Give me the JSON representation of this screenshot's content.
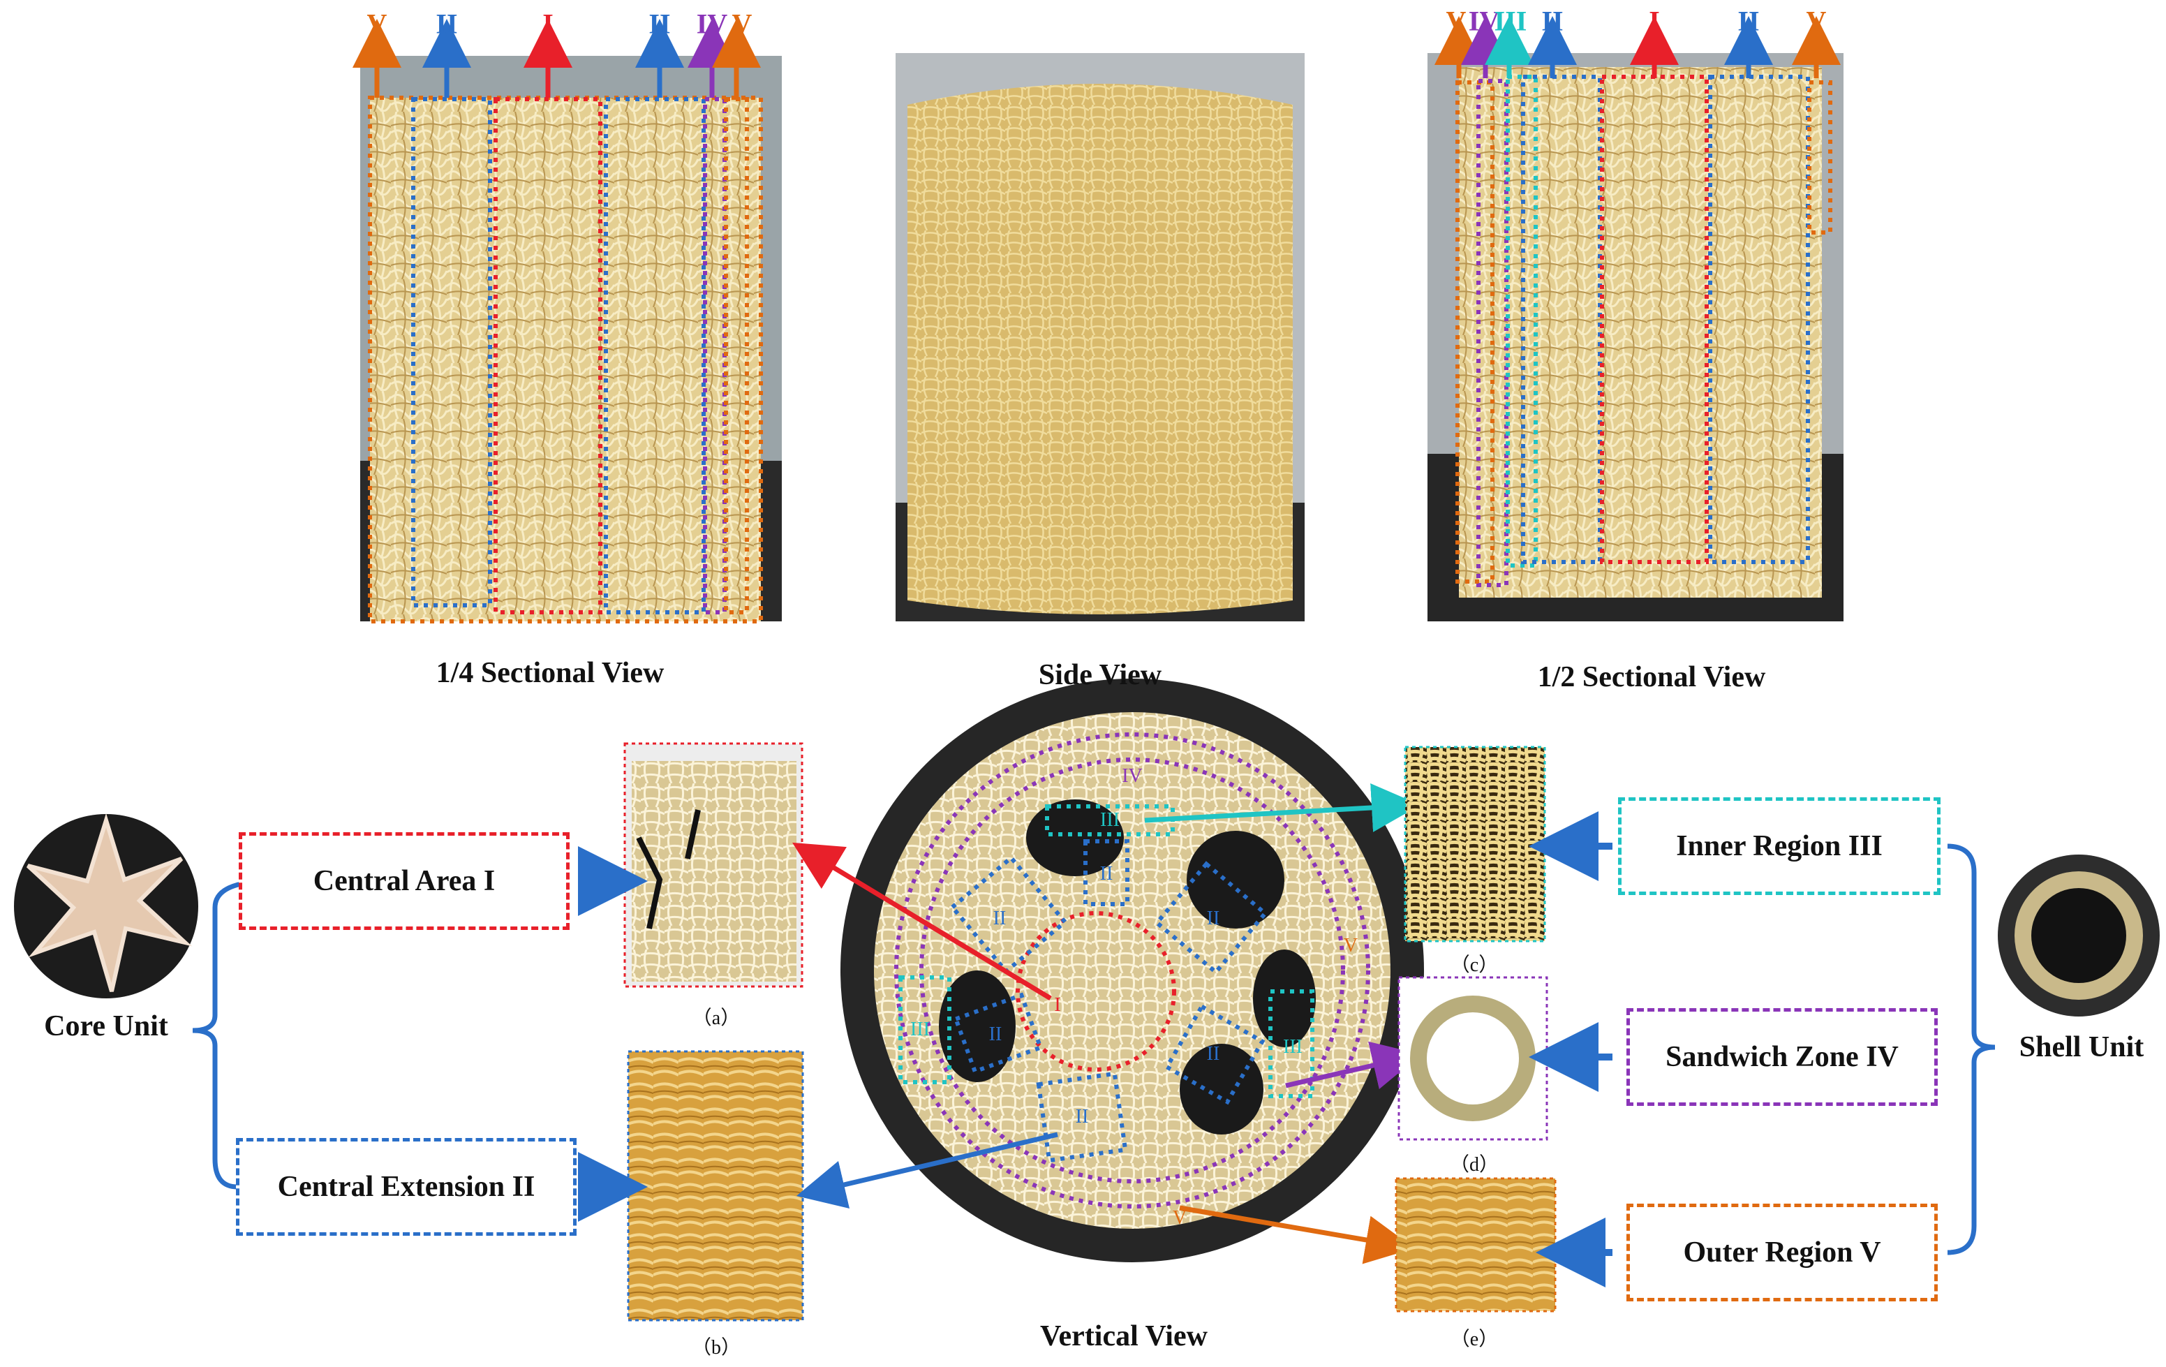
{
  "top_panels": {
    "quarter": {
      "caption": "1/4 Sectional View",
      "labels": [
        "V",
        "II",
        "I",
        "II",
        "IV",
        "V"
      ]
    },
    "side": {
      "caption": "Side View"
    },
    "half": {
      "caption": "1/2 Sectional View",
      "labels": [
        "V",
        "IV",
        "III",
        "II",
        "I",
        "II",
        "V"
      ]
    }
  },
  "vertical_view": {
    "caption": "Vertical View",
    "region_labels": [
      "I",
      "II",
      "II",
      "II",
      "II",
      "II",
      "II",
      "III",
      "III",
      "III",
      "IV",
      "V",
      "V"
    ]
  },
  "core_unit": {
    "label": "Core Unit",
    "central_area": "Central Area I",
    "central_extension": "Central Extension II",
    "sub_a": "（a）",
    "sub_b": "（b）"
  },
  "shell_unit": {
    "label": "Shell Unit",
    "inner_region": "Inner Region III",
    "sandwich_zone": "Sandwich Zone IV",
    "outer_region": "Outer Region V",
    "sub_c": "（c）",
    "sub_d": "（d）",
    "sub_e": "（e）"
  },
  "colors": {
    "region_I": "#e8202a",
    "region_II": "#2a6fc9",
    "region_III": "#1fc4c4",
    "region_IV": "#8a35b8",
    "region_V": "#e06a10",
    "loofah_light": "#e9d49a",
    "loofah_dark": "#c9a860"
  }
}
